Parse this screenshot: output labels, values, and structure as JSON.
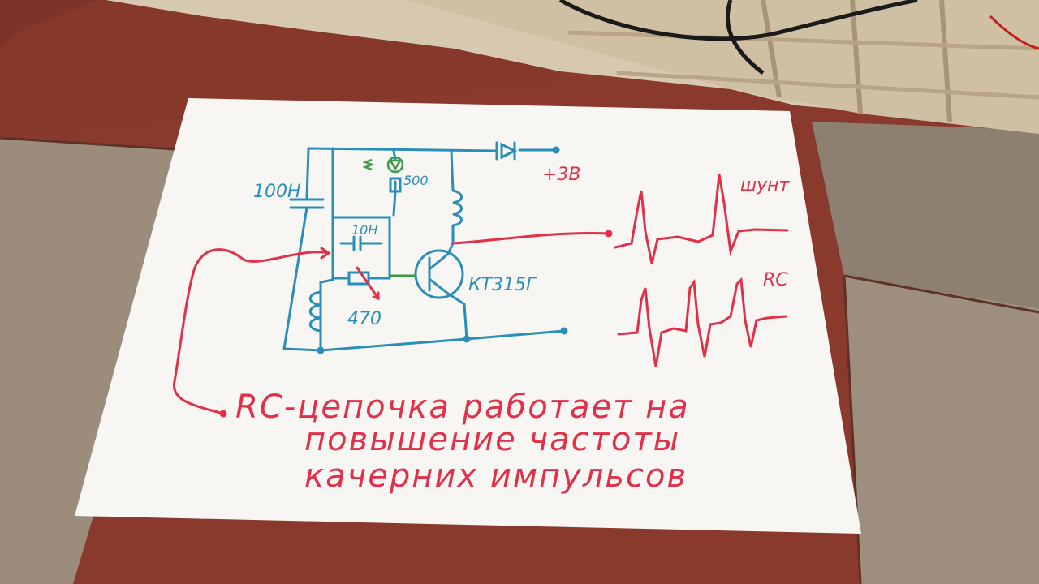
{
  "colors": {
    "floor_tile_red": "#8a3a2c",
    "floor_tile_gray": "#9a8a7a",
    "paper": "#f7f6f2",
    "ink_blue": "#2a8fb8",
    "ink_red": "#e0304a",
    "ink_green": "#3a9a4a"
  },
  "labels": {
    "cap_main": "100Н",
    "cap_small": "10Н",
    "resistor_top": "500",
    "pot": "470",
    "supply": "+3В",
    "transistor": "КТ315Г",
    "waveform_shunt": "шунт",
    "waveform_rc": "RC"
  },
  "note": {
    "line1": "RC-цепочка работает на",
    "line2": "повышение частоты",
    "line3": "качерних импульсов"
  }
}
